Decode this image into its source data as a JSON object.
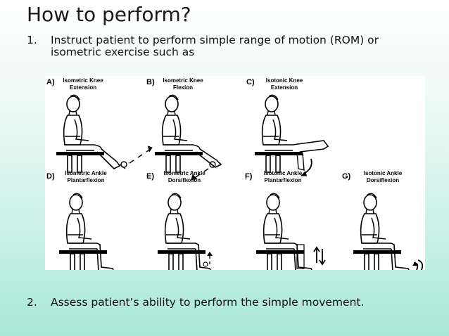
{
  "title": "How to perform?",
  "steps": [
    {
      "number": "1.",
      "line1": "Instruct patient to perform simple range of motion (ROM) or",
      "line2": "isometric exercise such as"
    },
    {
      "number": "2.",
      "line1": "Assess patient’s ability to perform the simple movement."
    }
  ],
  "figure": {
    "panels": [
      {
        "letter": "A)",
        "title1": "Isometric Knee",
        "title2": "Extension"
      },
      {
        "letter": "B)",
        "title1": "Isometric Knee",
        "title2": "Flexion"
      },
      {
        "letter": "C)",
        "title1": "Isotonic Knee",
        "title2": "Extension"
      },
      {
        "letter": "D)",
        "title1": "Isometric Ankle",
        "title2": "Plantarflexion"
      },
      {
        "letter": "E)",
        "title1": "Isometric Ankle",
        "title2": "Dorsiflexion"
      },
      {
        "letter": "F)",
        "title1": "Isotonic Ankle",
        "title2": "Plantarflexion"
      },
      {
        "letter": "G)",
        "title1": "Isotonic Ankle",
        "title2": "Dorsiflexion"
      }
    ]
  }
}
